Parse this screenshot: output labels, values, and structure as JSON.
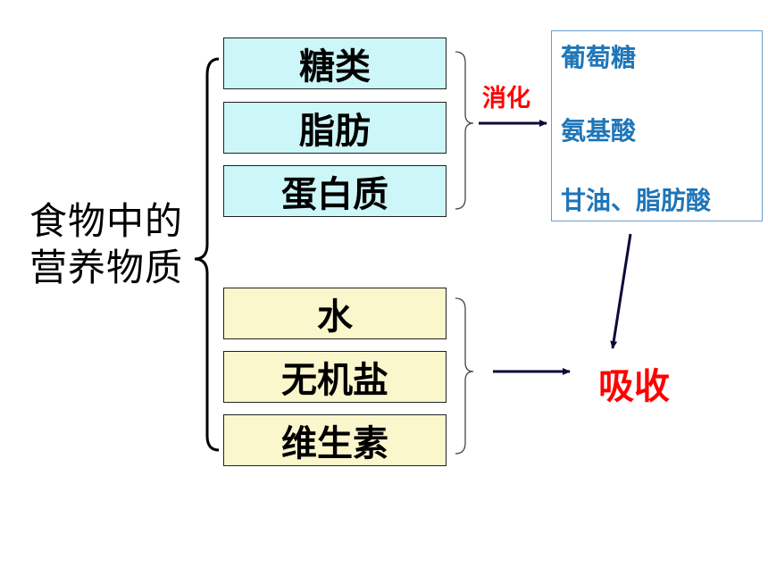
{
  "main_label": {
    "line1": "食物中的",
    "line2": "营养物质"
  },
  "nutrient_boxes": [
    {
      "label": "糖类"
    },
    {
      "label": "脂肪"
    },
    {
      "label": "蛋白质"
    }
  ],
  "other_boxes": [
    {
      "label": "水"
    },
    {
      "label": "无机盐"
    },
    {
      "label": "维生素"
    }
  ],
  "digestion_label": "消化",
  "digestion_products": [
    {
      "label": "葡萄糖"
    },
    {
      "label": "氨基酸"
    },
    {
      "label": "甘油、脂肪酸"
    }
  ],
  "absorption_label": "吸收",
  "colors": {
    "nutrient_box_fill": "#ccf6f7",
    "other_box_fill": "#fbf7cd",
    "product_text": "#1e75b8",
    "highlight_text": "#ff0000",
    "arrow": "#0a0a3a"
  }
}
